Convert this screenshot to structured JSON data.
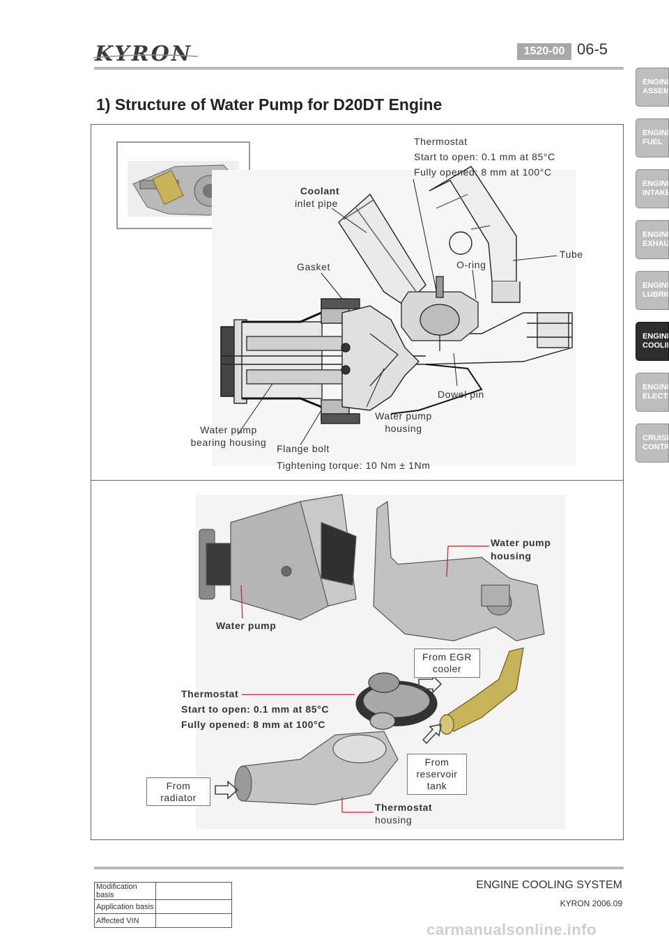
{
  "header": {
    "logo": "KYRON",
    "section_code": "1520-00",
    "page_number": "06-5"
  },
  "page_title": "1) Structure of Water Pump for D20DT Engine",
  "side_tabs": [
    {
      "line1": "ENGINE",
      "line2": "ASSEMBL",
      "active": false
    },
    {
      "line1": "ENGINE",
      "line2": "FUEL",
      "active": false
    },
    {
      "line1": "ENGINE",
      "line2": "INTAKE",
      "active": false
    },
    {
      "line1": "ENGINE",
      "line2": "EXHAUST",
      "active": false
    },
    {
      "line1": "ENGINE",
      "line2": "LUBRICA",
      "active": false
    },
    {
      "line1": "ENGINE",
      "line2": "COOLING",
      "active": true
    },
    {
      "line1": "ENGINE",
      "line2": "ELECTRI",
      "active": false
    },
    {
      "line1": "CRUISE",
      "line2": "CONTRO",
      "active": false
    }
  ],
  "diagram": {
    "thermostat": "Thermostat",
    "start_open": "Start to open: 0.1 mm at 85°C",
    "fully_opened": "Fully opened: 8 mm at 100°C",
    "coolant_inlet_1": "Coolant",
    "coolant_inlet_2": "inlet pipe",
    "tube": "Tube",
    "gasket": "Gasket",
    "o_ring": "O-ring",
    "dowel_pin": "Dowel pin",
    "water_pump_housing_1": "Water pump",
    "water_pump_housing_2": "housing",
    "bearing_housing_1": "Water pump",
    "bearing_housing_2": "bearing housing",
    "flange_bolt": "Flange bolt",
    "tightening_torque": "Tightening torque: 10 Nm ± 1Nm"
  },
  "photo": {
    "water_pump_housing_1": "Water pump",
    "water_pump_housing_2": "housing",
    "water_pump": "Water pump",
    "from_egr_1": "From EGR",
    "from_egr_2": "cooler",
    "thermostat": "Thermostat",
    "start_open": "Start to open: 0.1 mm at 85°C",
    "fully_opened": "Fully opened: 8 mm at 100°C",
    "from_reservoir_1": "From",
    "from_reservoir_2": "reservoir",
    "from_reservoir_3": "tank",
    "from_radiator_1": "From",
    "from_radiator_2": "radiator",
    "thermostat_housing_1": "Thermostat",
    "thermostat_housing_2": "housing"
  },
  "footer": {
    "title": "ENGINE COOLING SYSTEM",
    "model": "KYRON 2006.09",
    "rows": [
      {
        "label": "Modification basis",
        "value": ""
      },
      {
        "label": "Application basis",
        "value": ""
      },
      {
        "label": "Affected VIN",
        "value": ""
      }
    ],
    "watermark": "carmanualsonline.info"
  }
}
